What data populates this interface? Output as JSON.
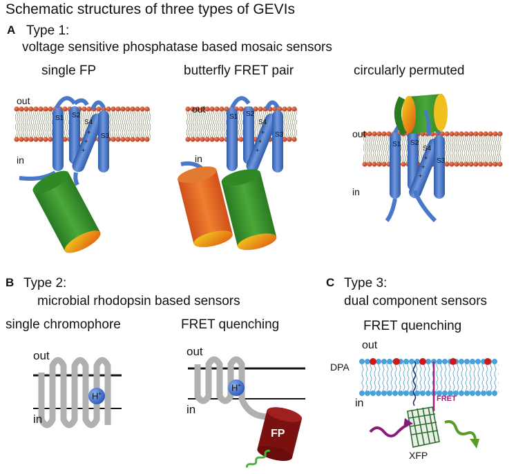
{
  "title": "Schematic structures of three types of GEVIs",
  "panelA": {
    "letter": "A",
    "type": "Type 1:",
    "description": "voltage sensitive phosphatase based mosaic sensors",
    "variants": [
      "single FP",
      "butterfly FRET pair",
      "circularly permuted"
    ],
    "out_label": "out",
    "in_label": "in",
    "segments": [
      "S1",
      "S2",
      "S4",
      "S3"
    ]
  },
  "panelB": {
    "letter": "B",
    "type": "Type 2:",
    "description": "microbial rhodopsin based sensors",
    "variants": [
      "single chromophore",
      "FRET quenching"
    ],
    "out_label": "out",
    "in_label": "in",
    "proton_label": "H",
    "proton_sup": "+",
    "fp_label": "FP"
  },
  "panelC": {
    "letter": "C",
    "type": "Type 3:",
    "description": "dual component sensors",
    "variant": "FRET quenching",
    "out_label": "out",
    "in_label": "in",
    "dpa_label": "DPA",
    "fret_label": "FRET",
    "xfp_label": "XFP"
  },
  "colors": {
    "protein_blue": "#4a78c8",
    "lipid_head_red": "#c8462a",
    "lipid_head_blue": "#4aa0d8",
    "fp_green": "#3a8c2e",
    "fp_orange": "#e06a20",
    "fp_dark_red": "#7a1010",
    "rhodopsin_gray": "#b0b0b0",
    "fret_magenta": "#a0207a"
  }
}
